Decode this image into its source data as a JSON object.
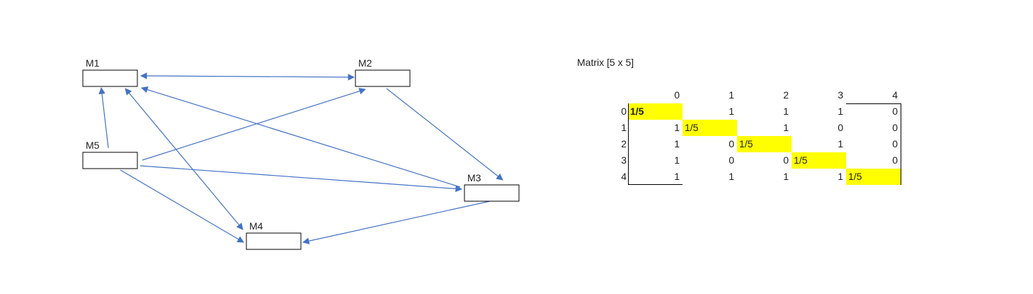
{
  "diagram": {
    "nodes": [
      {
        "id": "M1",
        "label": "M1"
      },
      {
        "id": "M2",
        "label": "M2"
      },
      {
        "id": "M3",
        "label": "M3"
      },
      {
        "id": "M4",
        "label": "M4"
      },
      {
        "id": "M5",
        "label": "M5"
      }
    ],
    "edges": [
      {
        "from": "M1",
        "to": "M2",
        "bidirectional": true
      },
      {
        "from": "M5",
        "to": "M1"
      },
      {
        "from": "M5",
        "to": "M2"
      },
      {
        "from": "M5",
        "to": "M3"
      },
      {
        "from": "M5",
        "to": "M4"
      },
      {
        "from": "M2",
        "to": "M3"
      },
      {
        "from": "M3",
        "to": "M1"
      },
      {
        "from": "M3",
        "to": "M4"
      },
      {
        "from": "M1",
        "to": "M4",
        "bidirectional": true
      }
    ],
    "edge_color": "#4472c4"
  },
  "matrix": {
    "title": "Matrix [5 x 5]",
    "col_headers": [
      "0",
      "1",
      "2",
      "3",
      "4"
    ],
    "row_headers": [
      "0",
      "1",
      "2",
      "3",
      "4"
    ],
    "cells": [
      [
        "1/5",
        "1",
        "1",
        "1",
        "0"
      ],
      [
        "1",
        "1/5",
        "1",
        "0",
        "0"
      ],
      [
        "1",
        "0",
        "1/5",
        "1",
        "0"
      ],
      [
        "1",
        "0",
        "0",
        "1/5",
        "0"
      ],
      [
        "1",
        "1",
        "1",
        "1",
        "1/5"
      ]
    ],
    "highlight_color": "#ffff00"
  }
}
